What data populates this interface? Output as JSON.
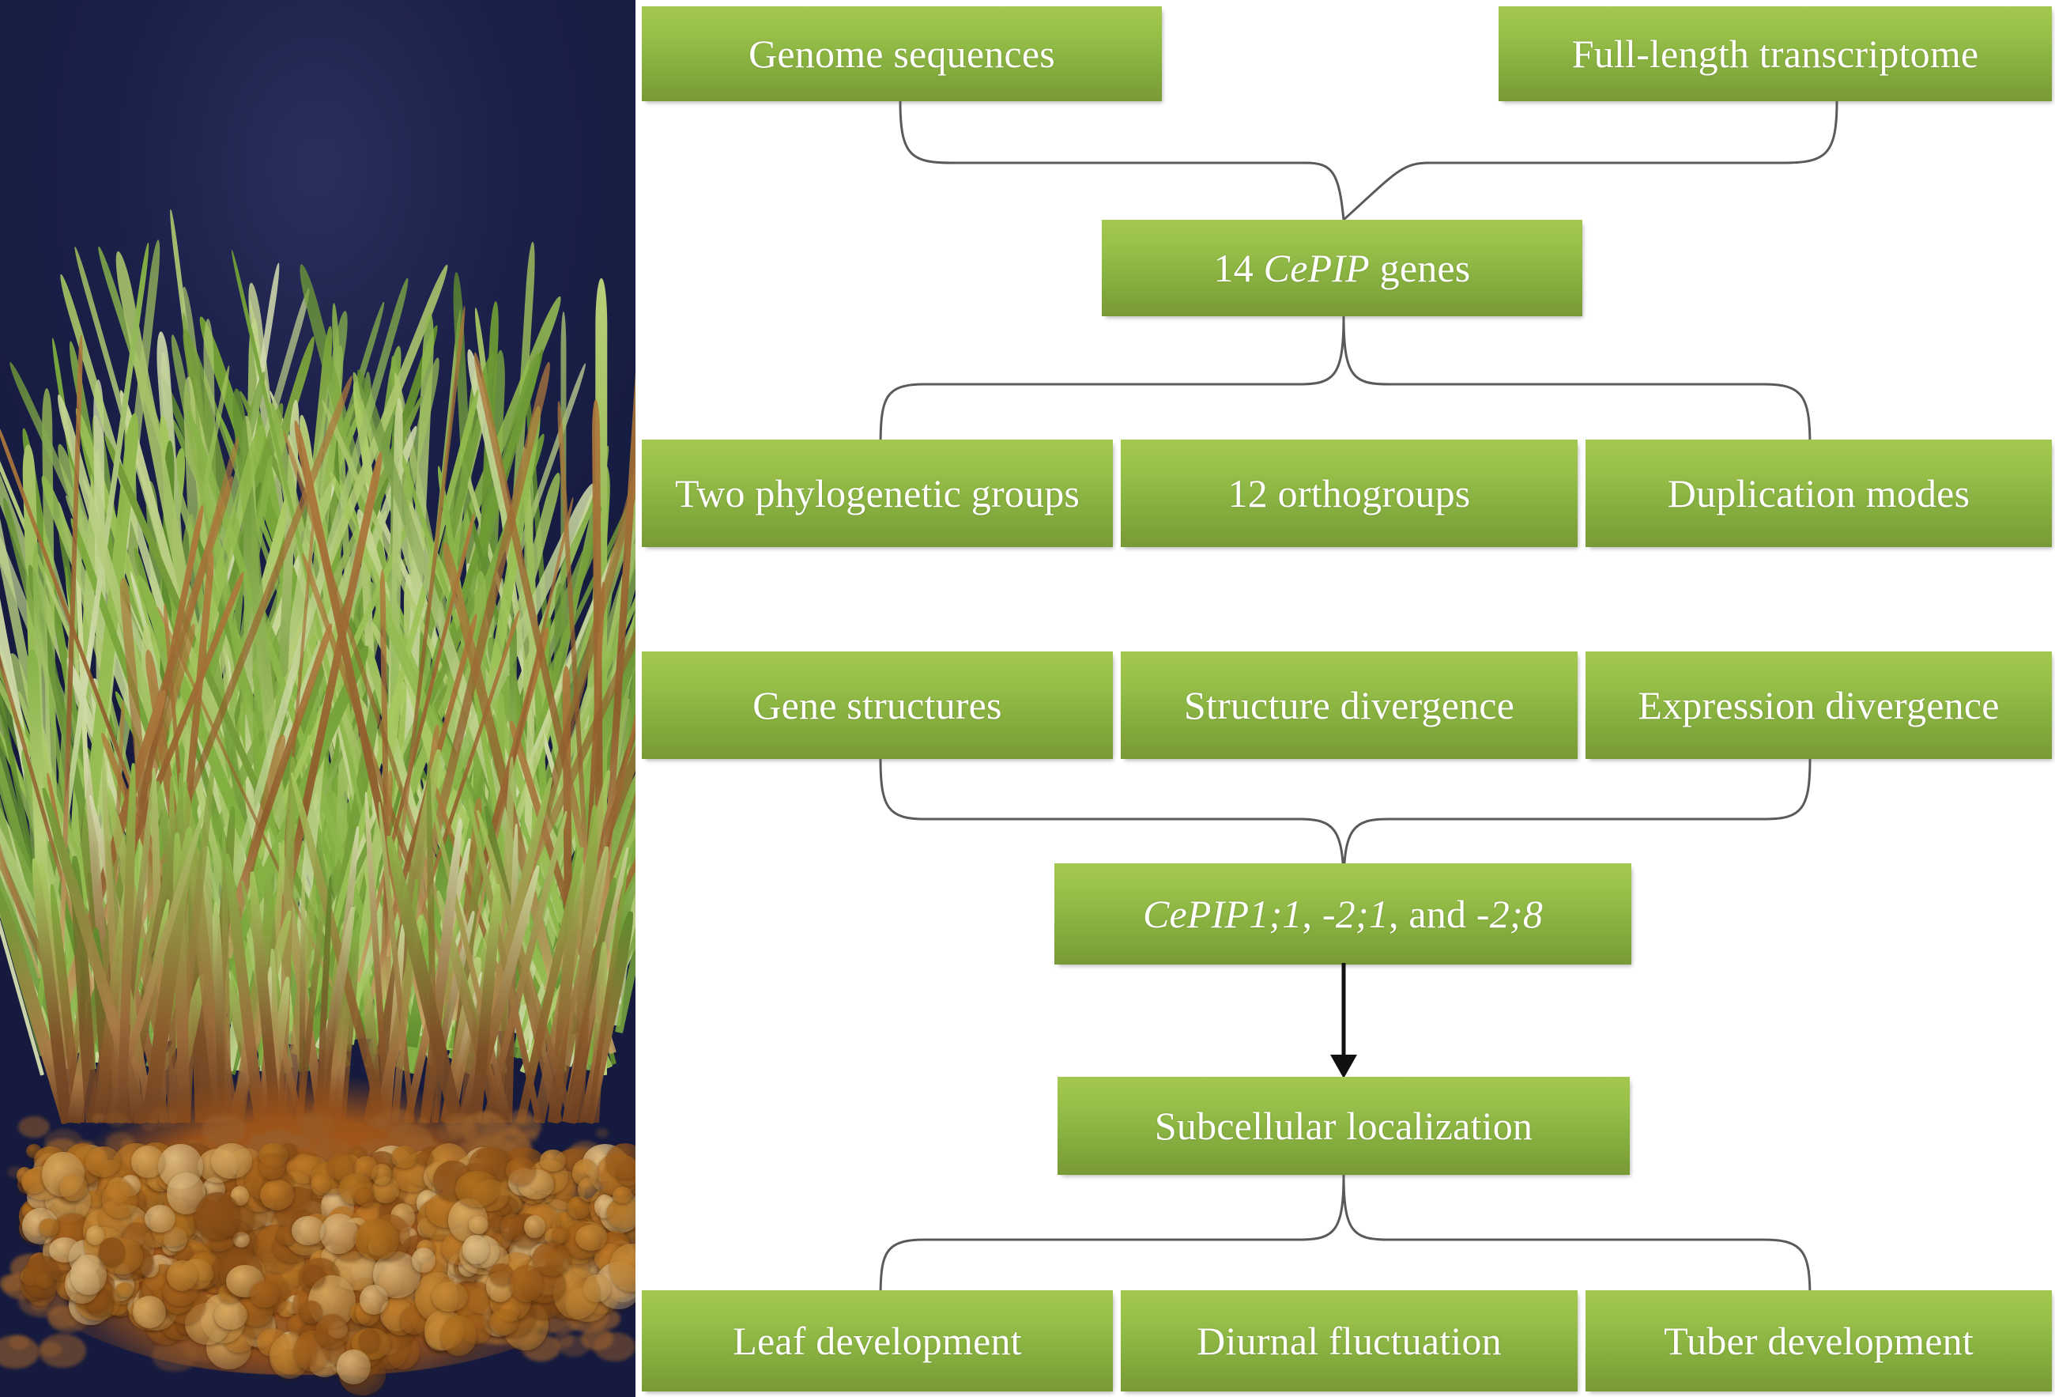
{
  "figure": {
    "type": "flowchart",
    "title": "CePIP gene family analysis workflow",
    "photo": {
      "subject": "Cyperus esculentus (yellow nutsedge) whole plant with tubers",
      "background_color": "#151a3e",
      "leaf_color": "#8fb84a",
      "tuber_color": "#a85c1c"
    },
    "box_colors": {
      "gradient_top": "#a3c84f",
      "gradient_bottom": "#789a36",
      "text": "#ffffff"
    },
    "connector_color": "#5a5a5a",
    "arrow_color": "#111111"
  },
  "nodes": {
    "genome_sequences": "Genome sequences",
    "full_length_transcriptome": "Full-length transcriptome",
    "cepip_genes_prefix": "14 ",
    "cepip_genes_italic": "CePIP",
    "cepip_genes_suffix": " genes",
    "two_phylogenetic_groups": "Two phylogenetic groups",
    "twelve_orthogroups": "12 orthogroups",
    "duplication_modes": "Duplication modes",
    "gene_structures": "Gene structures",
    "structure_divergence": "Structure divergence",
    "expression_divergence": "Expression divergence",
    "cepip_list_italic_1": "CePIP1;1",
    "cepip_list_plain_1": ", ",
    "cepip_list_italic_2": "-2;1",
    "cepip_list_plain_2": ", and ",
    "cepip_list_italic_3": "-2;8",
    "subcellular_localization": "Subcellular localization",
    "leaf_development": "Leaf development",
    "diurnal_fluctuation": "Diurnal fluctuation",
    "tuber_development": "Tuber development"
  },
  "edges": [
    {
      "from": "genome_sequences",
      "to": "cepip_genes",
      "style": "brace"
    },
    {
      "from": "full_length_transcriptome",
      "to": "cepip_genes",
      "style": "brace"
    },
    {
      "from": "cepip_genes",
      "to": "two_phylogenetic_groups",
      "style": "brace"
    },
    {
      "from": "cepip_genes",
      "to": "twelve_orthogroups",
      "style": "brace"
    },
    {
      "from": "cepip_genes",
      "to": "duplication_modes",
      "style": "brace"
    },
    {
      "from": "gene_structures",
      "to": "cepip_list",
      "style": "brace"
    },
    {
      "from": "structure_divergence",
      "to": "cepip_list",
      "style": "brace"
    },
    {
      "from": "expression_divergence",
      "to": "cepip_list",
      "style": "brace"
    },
    {
      "from": "cepip_list",
      "to": "subcellular_localization",
      "style": "arrow"
    },
    {
      "from": "subcellular_localization",
      "to": "leaf_development",
      "style": "brace"
    },
    {
      "from": "subcellular_localization",
      "to": "diurnal_fluctuation",
      "style": "brace"
    },
    {
      "from": "subcellular_localization",
      "to": "tuber_development",
      "style": "brace"
    }
  ]
}
